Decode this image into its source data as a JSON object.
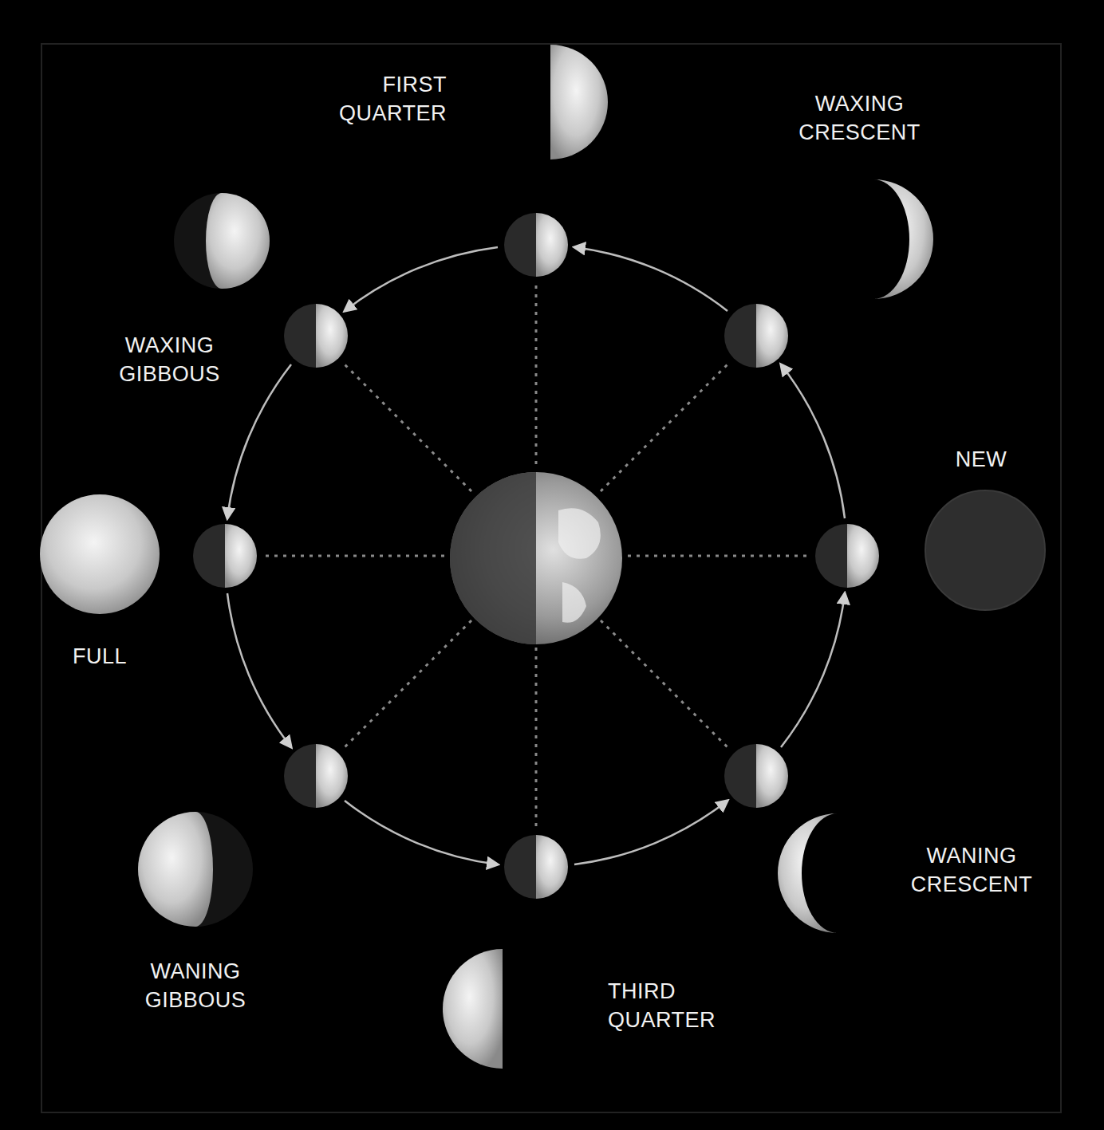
{
  "diagram": {
    "labels": [
      "FIRST QUARTER",
      "WAXING CRESCENT",
      "WAXING GIBBOUS",
      "NEW",
      "FULL",
      "WANING GIBBOUS",
      "WANING CRESCENT",
      "THIRD QUARTER"
    ]
  }
}
